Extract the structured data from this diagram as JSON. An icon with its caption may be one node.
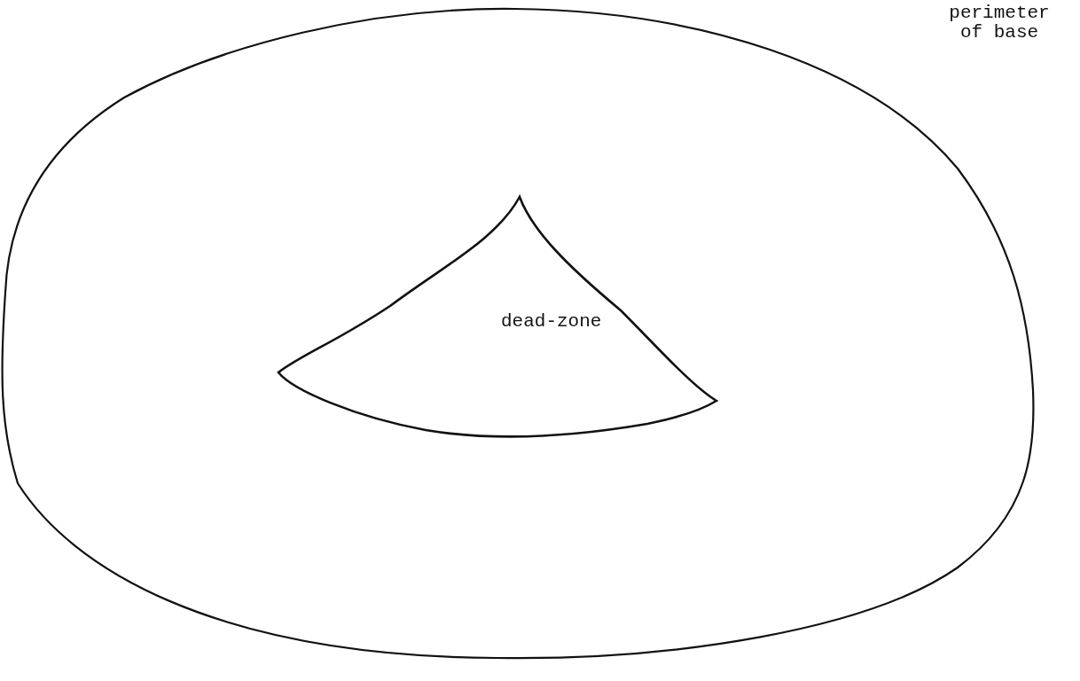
{
  "diagram": {
    "nodes": [
      {
        "text": [
          "perimeter of base"
        ]
      },
      {
        "text": [
          "dead-zone"
        ],
        "in": 0
      }
    ],
    "edges": []
  }
}
